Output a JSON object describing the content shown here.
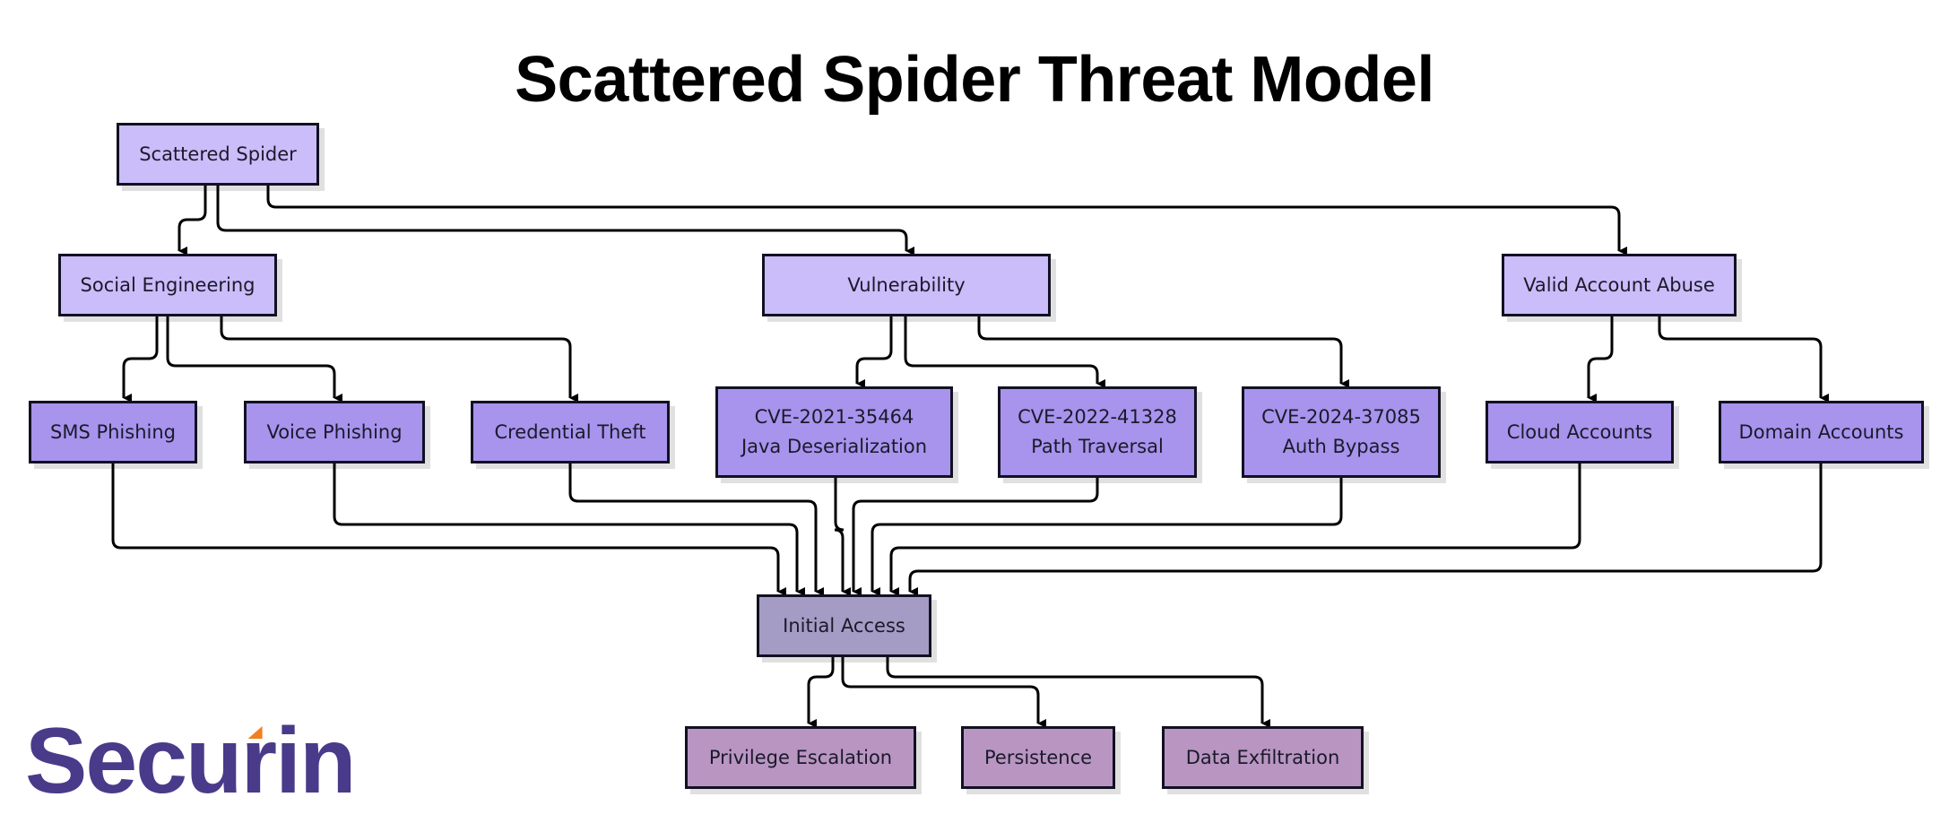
{
  "title": "Scattered Spider Threat Model",
  "logo": {
    "text_before": "Secu",
    "accent_letter": "r",
    "text_after": "in",
    "color": "#4a3a8a",
    "accent_color": "#f08020"
  },
  "colors": {
    "actor": "#cbbcfa",
    "technique": "#a893ed",
    "hub": "#a49cc4",
    "impact": "#b995c2",
    "edge": "#000000"
  },
  "nodes": {
    "scattered_spider": "Scattered Spider",
    "social_engineering": "Social Engineering",
    "vulnerability": "Vulnerability",
    "valid_account_abuse": "Valid Account Abuse",
    "sms_phishing": "SMS Phishing",
    "voice_phishing": "Voice Phishing",
    "credential_theft": "Credential Theft",
    "cve_2021_35464": "CVE-2021-35464\nJava Deserialization",
    "cve_2022_41328": "CVE-2022-41328\nPath Traversal",
    "cve_2024_37085": "CVE-2024-37085\nAuth Bypass",
    "cloud_accounts": "Cloud Accounts",
    "domain_accounts": "Domain Accounts",
    "initial_access": "Initial Access",
    "privilege_escalation": "Privilege Escalation",
    "persistence": "Persistence",
    "data_exfiltration": "Data Exfiltration"
  },
  "edges": [
    [
      "scattered_spider",
      "social_engineering"
    ],
    [
      "scattered_spider",
      "vulnerability"
    ],
    [
      "scattered_spider",
      "valid_account_abuse"
    ],
    [
      "social_engineering",
      "sms_phishing"
    ],
    [
      "social_engineering",
      "voice_phishing"
    ],
    [
      "social_engineering",
      "credential_theft"
    ],
    [
      "vulnerability",
      "cve_2021_35464"
    ],
    [
      "vulnerability",
      "cve_2022_41328"
    ],
    [
      "vulnerability",
      "cve_2024_37085"
    ],
    [
      "valid_account_abuse",
      "cloud_accounts"
    ],
    [
      "valid_account_abuse",
      "domain_accounts"
    ],
    [
      "sms_phishing",
      "initial_access"
    ],
    [
      "voice_phishing",
      "initial_access"
    ],
    [
      "credential_theft",
      "initial_access"
    ],
    [
      "cve_2021_35464",
      "initial_access"
    ],
    [
      "cve_2022_41328",
      "initial_access"
    ],
    [
      "cve_2024_37085",
      "initial_access"
    ],
    [
      "cloud_accounts",
      "initial_access"
    ],
    [
      "domain_accounts",
      "initial_access"
    ],
    [
      "initial_access",
      "privilege_escalation"
    ],
    [
      "initial_access",
      "persistence"
    ],
    [
      "initial_access",
      "data_exfiltration"
    ]
  ]
}
